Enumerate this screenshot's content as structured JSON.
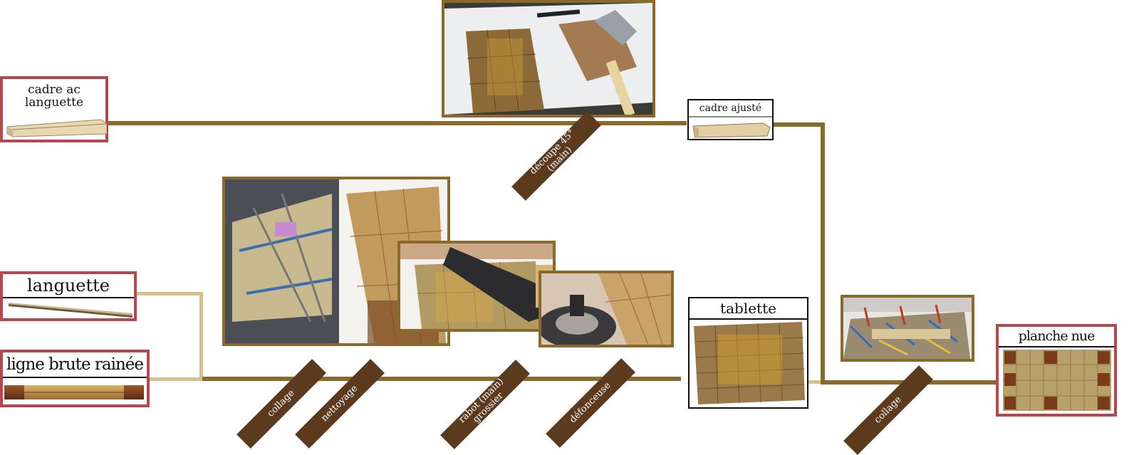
{
  "nodes": {
    "cadre_ac_languette": "cadre ac\nlanguette",
    "cadre_ajuste": "cadre ajusté",
    "languette": "languette",
    "ligne_brute_rainee": "ligne brute rainée",
    "tablette": "tablette",
    "planche_nue": "planche nue"
  },
  "steps": {
    "decoupe": "découpe 45°\n(main)",
    "collage_1": "collage",
    "nettoyage": "nettoyage",
    "rabot": "rabot (main)\ngrossier",
    "defonceuse": "défonceuse",
    "collage_2": "collage"
  },
  "colors": {
    "line": "#8a6a2c",
    "line_light": "#d8c08c",
    "node_border": "#b5474e",
    "step_tag": "#5b3a1d"
  }
}
